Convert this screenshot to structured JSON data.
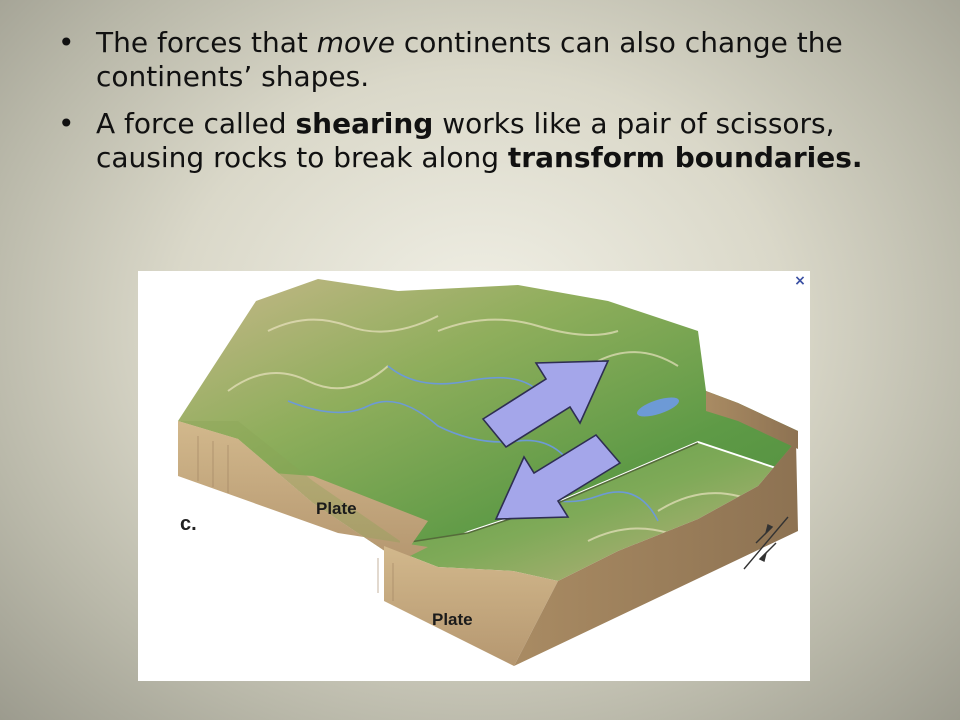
{
  "slide": {
    "bullet_glyph": "•",
    "bullets": [
      {
        "segments": [
          {
            "text": "The forces that "
          },
          {
            "text": "move",
            "style": "italic"
          },
          {
            "text": " continents can also change the continents’ shapes."
          }
        ]
      },
      {
        "segments": [
          {
            "text": "A force called "
          },
          {
            "text": "shearing",
            "style": "bold"
          },
          {
            "text": " works like a pair of scissors, causing rocks to break along "
          },
          {
            "text": "transform boundaries.",
            "style": "bold"
          }
        ]
      }
    ]
  },
  "diagram": {
    "close_glyph": "×",
    "figure_letter": "c.",
    "plate_labels": [
      "Plate",
      "Plate"
    ],
    "colors": {
      "terrain_green": "#6f9e4a",
      "rock_brown": "#b9a27a",
      "side_tan": "#c9ad80",
      "arrow_fill": "#a4a6ea",
      "water_blue": "#6d9ad6"
    }
  }
}
